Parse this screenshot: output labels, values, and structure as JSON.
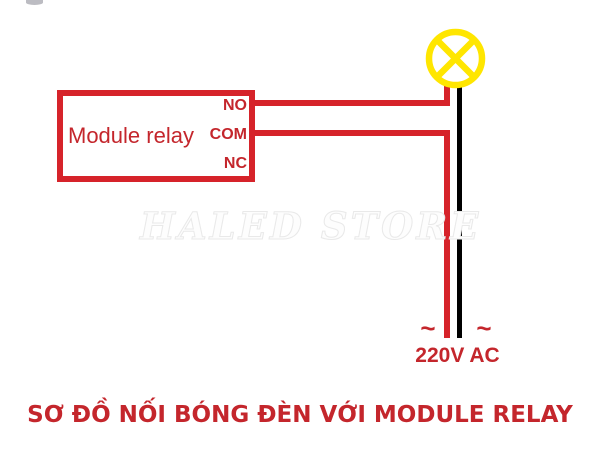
{
  "diagram": {
    "title": "SƠ ĐỒ NỐI BÓNG ĐÈN VỚI MODULE RELAY",
    "watermark": "HALED STORE",
    "relay_box": {
      "label": "Module relay",
      "terminals": [
        "NO",
        "COM",
        "NC"
      ]
    },
    "bulb": {
      "icon": "lamp-bulb-symbol"
    },
    "power_supply": {
      "phase_symbol_left": "~",
      "phase_symbol_right": "~",
      "label": "220V AC"
    },
    "colors": {
      "wire_red": "#d6232a",
      "wire_black": "#000000",
      "bulb_yellow": "#ffe600",
      "text_red": "#c4262c"
    }
  }
}
